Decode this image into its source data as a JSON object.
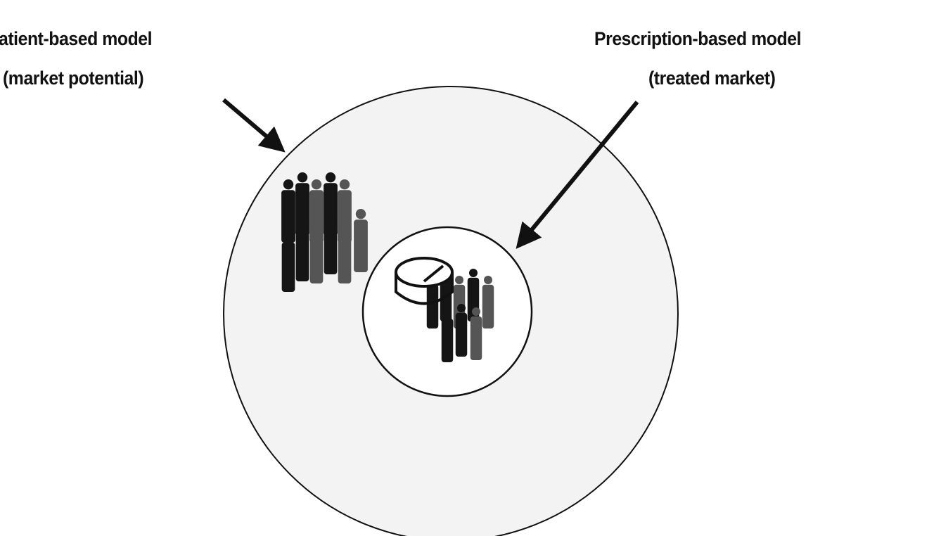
{
  "left_label": {
    "title": "atient-based model",
    "subtitle": "(market potential)"
  },
  "right_label": {
    "title": "Prescription-based model",
    "subtitle": "(treated market)"
  },
  "colors": {
    "outer_fill": "#f3f3f3",
    "inner_fill": "#ffffff",
    "stroke": "#111111",
    "figure_dark": "#151515",
    "figure_gray": "#555555"
  }
}
